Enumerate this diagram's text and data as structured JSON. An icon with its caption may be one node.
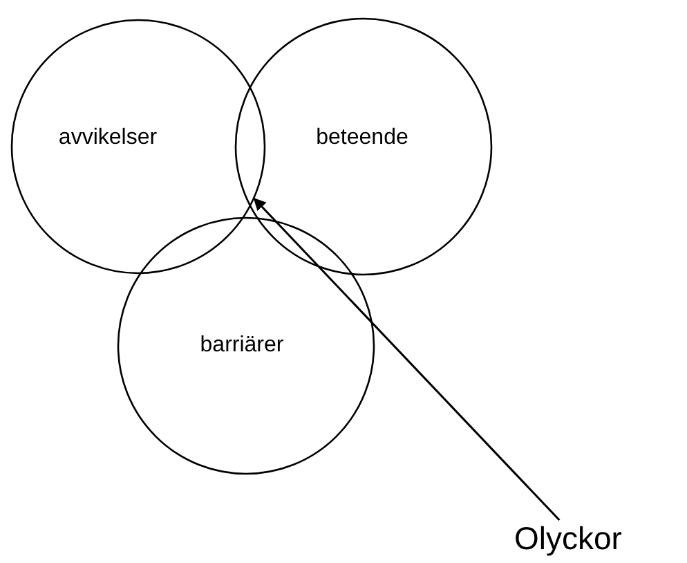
{
  "diagram": {
    "nodes": [
      {
        "text": [
          "avvikelser"
        ]
      },
      {
        "text": [
          "beteende"
        ]
      },
      {
        "text": [
          "barriärer"
        ]
      },
      {
        "text": [
          "Olyckor"
        ]
      }
    ],
    "edges": [
      {
        "from": 3,
        "to": 0,
        "arrow": "to"
      }
    ]
  }
}
